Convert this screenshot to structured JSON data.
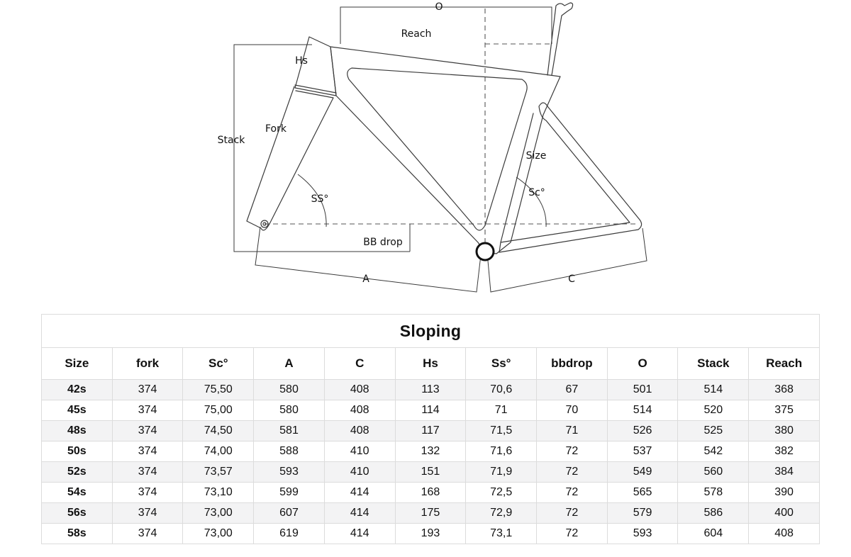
{
  "diagram": {
    "labels": {
      "o": "O",
      "reach": "Reach",
      "hs": "Hs",
      "stack": "Stack",
      "fork": "Fork",
      "size": "Size",
      "ss": "SS°",
      "sc": "Sc°",
      "bb_drop": "BB drop",
      "a": "A",
      "c": "C"
    }
  },
  "table": {
    "title": "Sloping",
    "columns": [
      "Size",
      "fork",
      "Sc°",
      "A",
      "C",
      "Hs",
      "Ss°",
      "bbdrop",
      "O",
      "Stack",
      "Reach"
    ],
    "rows": [
      [
        "42s",
        "374",
        "75,50",
        "580",
        "408",
        "113",
        "70,6",
        "67",
        "501",
        "514",
        "368"
      ],
      [
        "45s",
        "374",
        "75,00",
        "580",
        "408",
        "114",
        "71",
        "70",
        "514",
        "520",
        "375"
      ],
      [
        "48s",
        "374",
        "74,50",
        "581",
        "408",
        "117",
        "71,5",
        "71",
        "526",
        "525",
        "380"
      ],
      [
        "50s",
        "374",
        "74,00",
        "588",
        "410",
        "132",
        "71,6",
        "72",
        "537",
        "542",
        "382"
      ],
      [
        "52s",
        "374",
        "73,57",
        "593",
        "410",
        "151",
        "71,9",
        "72",
        "549",
        "560",
        "384"
      ],
      [
        "54s",
        "374",
        "73,10",
        "599",
        "414",
        "168",
        "72,5",
        "72",
        "565",
        "578",
        "390"
      ],
      [
        "56s",
        "374",
        "73,00",
        "607",
        "414",
        "175",
        "72,9",
        "72",
        "579",
        "586",
        "400"
      ],
      [
        "58s",
        "374",
        "73,00",
        "619",
        "414",
        "193",
        "73,1",
        "72",
        "593",
        "604",
        "408"
      ]
    ]
  }
}
